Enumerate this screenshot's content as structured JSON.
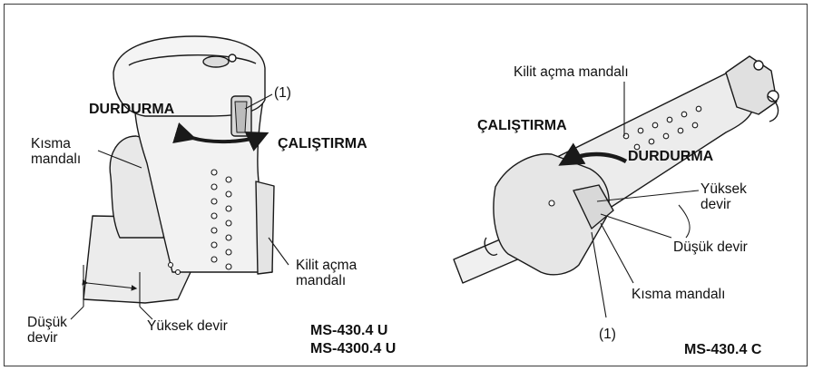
{
  "left_panel": {
    "labels": {
      "stop": "DURDURMA",
      "run": "ÇALIŞTIRMA",
      "marker": "(1)",
      "throttle_line1": "Kısma",
      "throttle_line2": "mandalı",
      "unlock_line1": "Kilit açma",
      "unlock_line2": "mandalı",
      "low_line1": "Düşük",
      "low_line2": "devir",
      "high": "Yüksek devir"
    },
    "models": [
      "MS-430.4 U",
      "MS-4300.4 U"
    ]
  },
  "right_panel": {
    "labels": {
      "unlock": "Kilit açma mandalı",
      "run": "ÇALIŞTIRMA",
      "stop": "DURDURMA",
      "high_line1": "Yüksek",
      "high_line2": "devir",
      "low": "Düşük devir",
      "throttle": "Kısma mandalı",
      "marker": "(1)"
    },
    "model": "MS-430.4 C"
  },
  "colors": {
    "outline": "#1a1a1a",
    "fill": "#f4f4f4",
    "shade": "#d9d9d9",
    "frame": "#3a3a3a"
  }
}
